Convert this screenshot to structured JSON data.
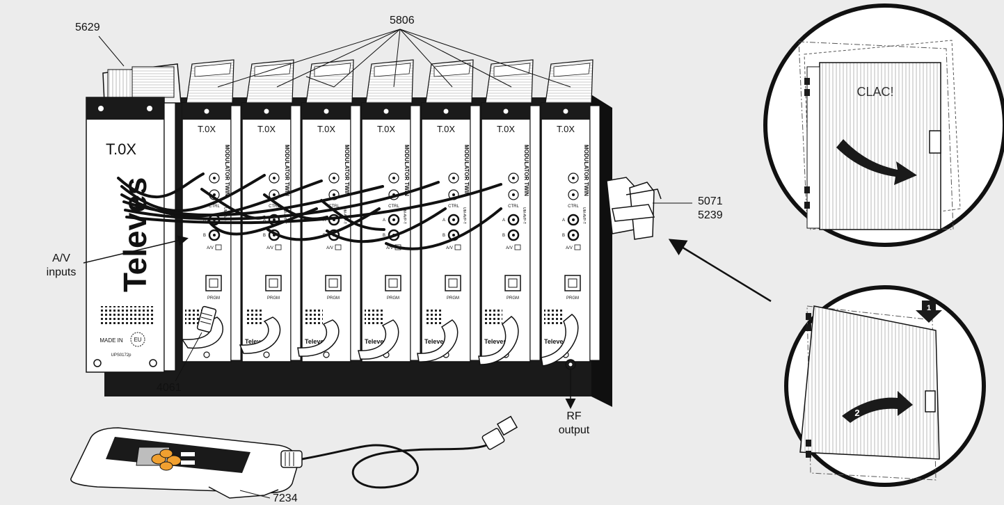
{
  "callouts": {
    "power_supply": "5629",
    "modulators": "5806",
    "bracket_line1": "5071",
    "bracket_line2": "5239",
    "av_inputs_line1": "A/V",
    "av_inputs_line2": "inputs",
    "cable_4061": "4061",
    "rf_output_line1": "RF",
    "rf_output_line2": "output",
    "programmer": "7234"
  },
  "power_supply_module": {
    "brand": "T.0X",
    "vertical_brand": "Televes",
    "made_in": "MADE IN",
    "origin": "EU",
    "model": "UPS0172p"
  },
  "modulator_module": {
    "brand": "T.0X",
    "name": "MODULATOR TWIN",
    "subname": "UM-AVP-T",
    "ctrl": "CTRL",
    "input_a": "A",
    "input_b": "B",
    "av": "A/V",
    "prgm": "PRGM",
    "footer_brand": "Televes"
  },
  "clip_detail": {
    "clac": "CLAC!",
    "step1": "1",
    "step2": "2"
  },
  "colors": {
    "background": "#ececec",
    "line": "#111111",
    "panel": "#ffffff",
    "dark": "#1a1a1a"
  }
}
